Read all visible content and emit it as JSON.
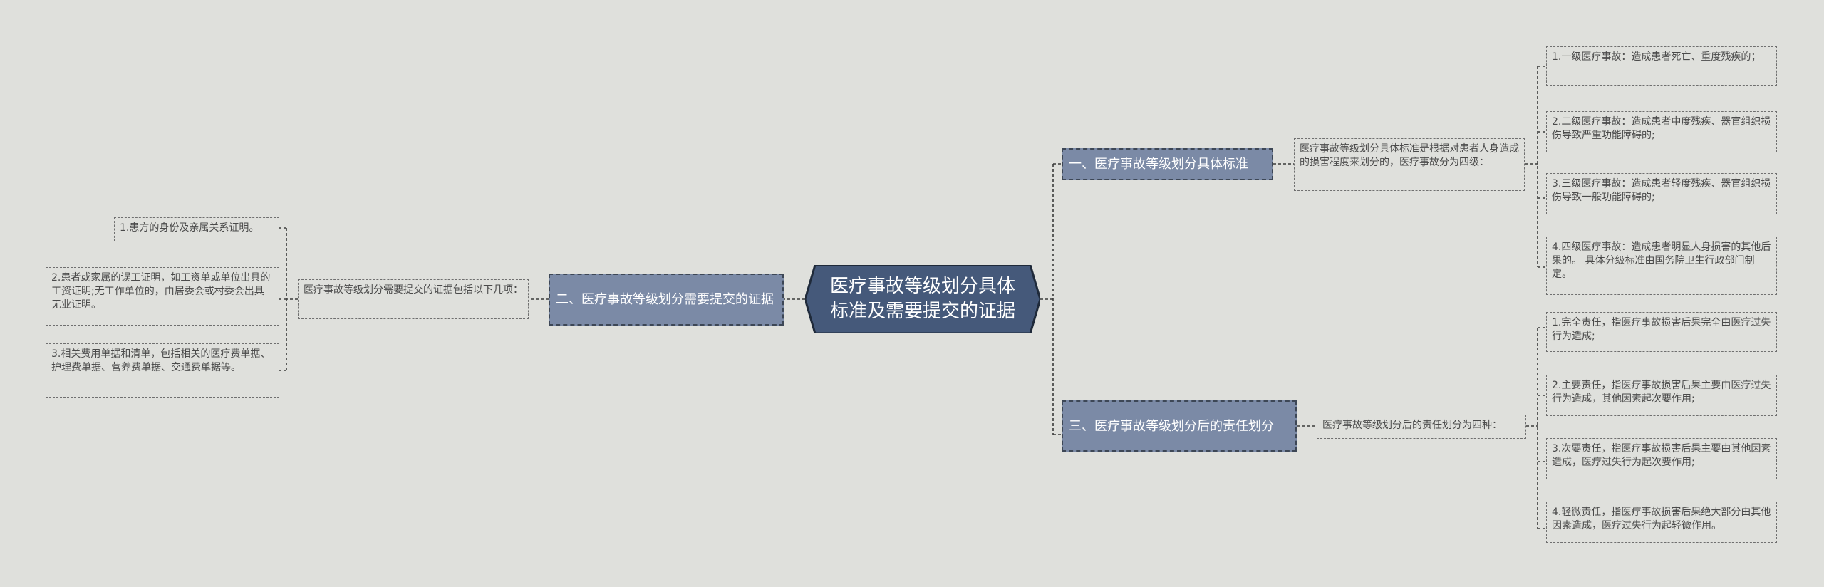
{
  "central_topic": "医疗事故等级划分具体标准及需要提交的证据",
  "branch1": {
    "title": "一、医疗事故等级划分具体标准",
    "description": "医疗事故等级划分具体标准是根据对患者人身造成的损害程度来划分的，医疗事故分为四级：",
    "items": [
      "1.一级医疗事故：造成患者死亡、重度残疾的；",
      "2.二级医疗事故：造成患者中度残疾、器官组织损伤导致严重功能障碍的;",
      "3.三级医疗事故：造成患者轻度残疾、器官组织损伤导致一般功能障碍的;",
      "4.四级医疗事故：造成患者明显人身损害的其他后果的。 具体分级标准由国务院卫生行政部门制定。"
    ]
  },
  "branch2": {
    "title": "二、医疗事故等级划分需要提交的证据",
    "description": "医疗事故等级划分需要提交的证据包括以下几项：",
    "items": [
      "1.患方的身份及亲属关系证明。",
      "2.患者或家属的误工证明，如工资单或单位出具的工资证明;无工作单位的，由居委会或村委会出具无业证明。",
      "3.相关费用单据和清单，包括相关的医疗费单据、护理费单据、营养费单据、交通费单据等。"
    ]
  },
  "branch3": {
    "title": "三、医疗事故等级划分后的责任划分",
    "description": "医疗事故等级划分后的责任划分为四种：",
    "items": [
      "1.完全责任，指医疗事故损害后果完全由医疗过失行为造成;",
      "2.主要责任，指医疗事故损害后果主要由医疗过失行为造成，其他因素起次要作用;",
      "3.次要责任，指医疗事故损害后果主要由其他因素造成，医疗过失行为起次要作用;",
      "4.轻微责任，指医疗事故损害后果绝大部分由其他因素造成，医疗过失行为起轻微作用。"
    ]
  },
  "colors": {
    "background": "#dfe0dc",
    "root_fill": "#45597a",
    "branch_fill": "#7b8aa6",
    "line": "#3a3a3a"
  }
}
